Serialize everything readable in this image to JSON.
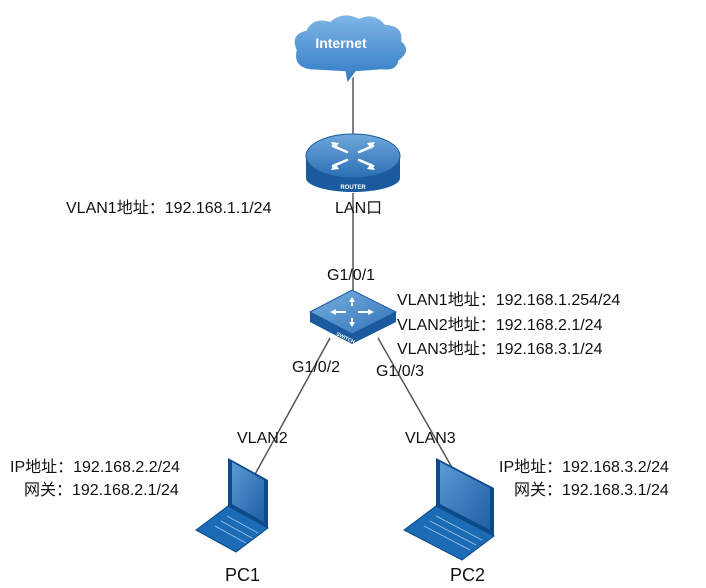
{
  "nodes": {
    "internet": {
      "label": "Internet"
    },
    "router": {
      "badge": "ROUTER"
    },
    "switch": {
      "badge": "SWITCH"
    },
    "pc1": {
      "label": "PC1"
    },
    "pc2": {
      "label": "PC2"
    }
  },
  "annotations": {
    "router_vlan1": "VLAN1地址：192.168.1.1/24",
    "router_lan_port": "LAN口",
    "switch_uplink_port": "G1/0/1",
    "switch_vlan1": "VLAN1地址：192.168.1.254/24",
    "switch_vlan2": "VLAN2地址：192.168.2.1/24",
    "switch_vlan3": "VLAN3地址：192.168.3.1/24",
    "port_pc1": "G1/0/2",
    "port_pc2": "G1/0/3",
    "vlan_pc1": "VLAN2",
    "vlan_pc2": "VLAN3",
    "pc1_ip": "IP地址：192.168.2.2/24",
    "pc1_gateway": "网关：192.168.2.1/24",
    "pc2_ip": "IP地址：192.168.3.2/24",
    "pc2_gateway": "网关：192.168.3.1/24"
  },
  "colors": {
    "device_blue": "#1c6bb5",
    "device_dark": "#0c4a8a",
    "link": "#555555"
  }
}
